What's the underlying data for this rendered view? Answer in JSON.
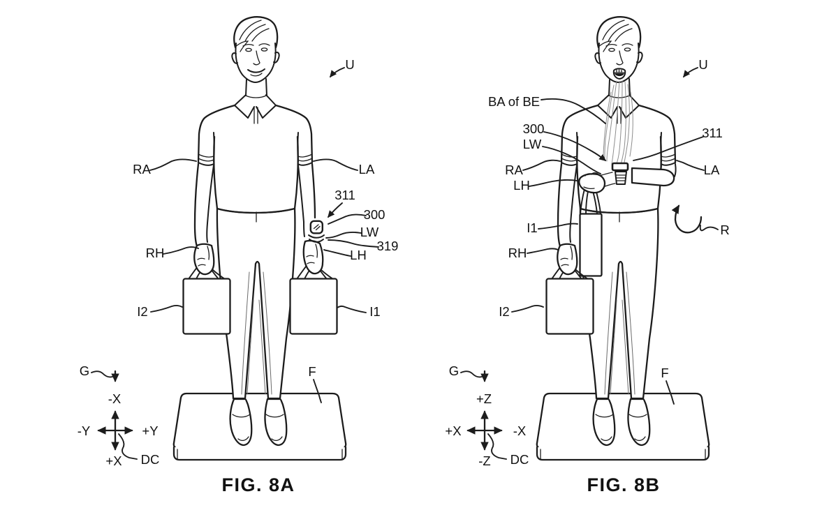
{
  "figure_a": {
    "caption": "FIG. 8A",
    "user_label": "U",
    "labels": {
      "right_arm": "RA",
      "left_arm": "LA",
      "ref_311": "311",
      "ref_300": "300",
      "left_wrist": "LW",
      "ref_319": "319",
      "left_hand": "LH",
      "right_hand": "RH",
      "item_2": "I2",
      "item_1": "I1",
      "gravity": "G",
      "floor": "F",
      "device_coordinates": "DC",
      "axis_up": "-X",
      "axis_down": "+X",
      "axis_left": "-Y",
      "axis_right": "+Y"
    }
  },
  "figure_b": {
    "caption": "FIG. 8B",
    "user_label": "U",
    "rotation": "R",
    "labels": {
      "breath": "BA of BE",
      "ref_300": "300",
      "left_wrist": "LW",
      "right_arm": "RA",
      "left_hand": "LH",
      "ref_311": "311",
      "left_arm": "LA",
      "item_1": "I1",
      "right_hand": "RH",
      "item_2": "I2",
      "gravity": "G",
      "floor": "F",
      "device_coordinates": "DC",
      "axis_up": "+Z",
      "axis_down": "-Z",
      "axis_left": "+X",
      "axis_right": "-X"
    }
  },
  "colors": {
    "ink": "#1c1c1c",
    "background": "#ffffff"
  }
}
